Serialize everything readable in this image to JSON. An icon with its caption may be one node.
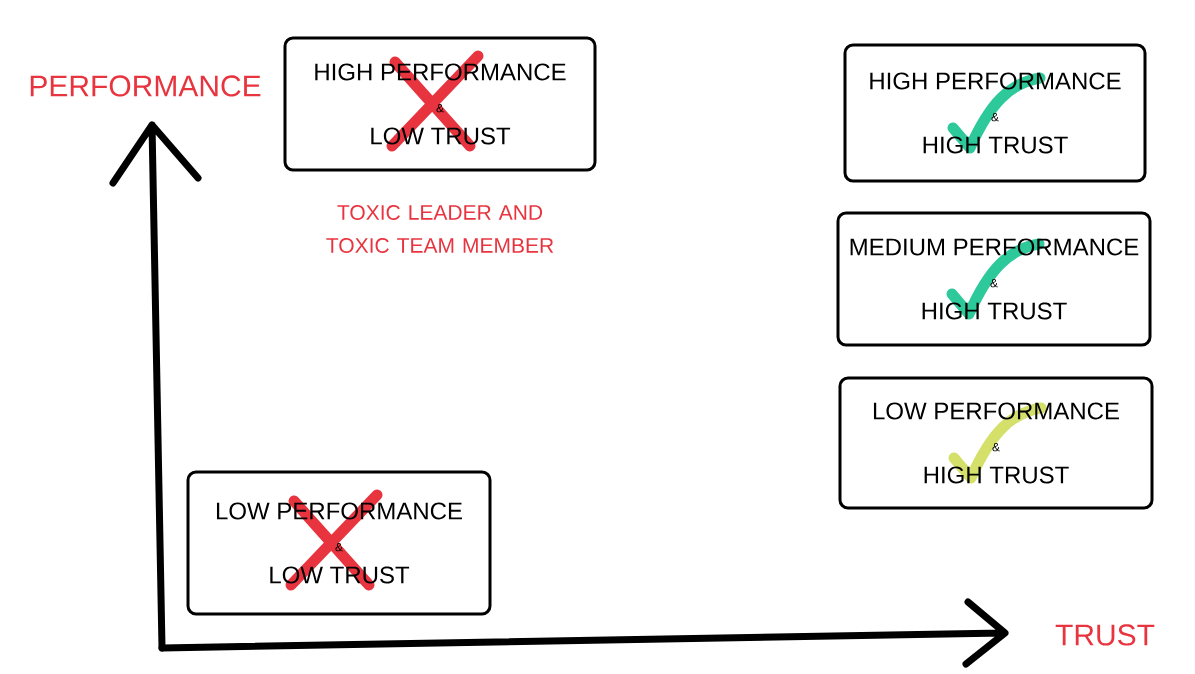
{
  "diagram": {
    "nodes": [
      {
        "text": [
          "HIGH PERFORMANCE",
          "&",
          "LOW TRUST"
        ],
        "beside": [
          "TOXIC LEADER AND TOXIC TEAM MEMBER"
        ]
      },
      {
        "text": [
          "HIGH PERFORMANCE",
          "&",
          "HIGH TRUST"
        ]
      },
      {
        "text": [
          "MEDIUM PERFORMANCE",
          "&",
          "HIGH TRUST"
        ]
      },
      {
        "text": [
          "LOW PERFORMANCE",
          "&",
          "HIGH TRUST"
        ]
      },
      {
        "text": [
          "LOW PERFORMANCE",
          "&",
          "LOW TRUST"
        ]
      }
    ],
    "edges": [],
    "labels": [
      "PERFORMANCE",
      "TRUST"
    ]
  }
}
